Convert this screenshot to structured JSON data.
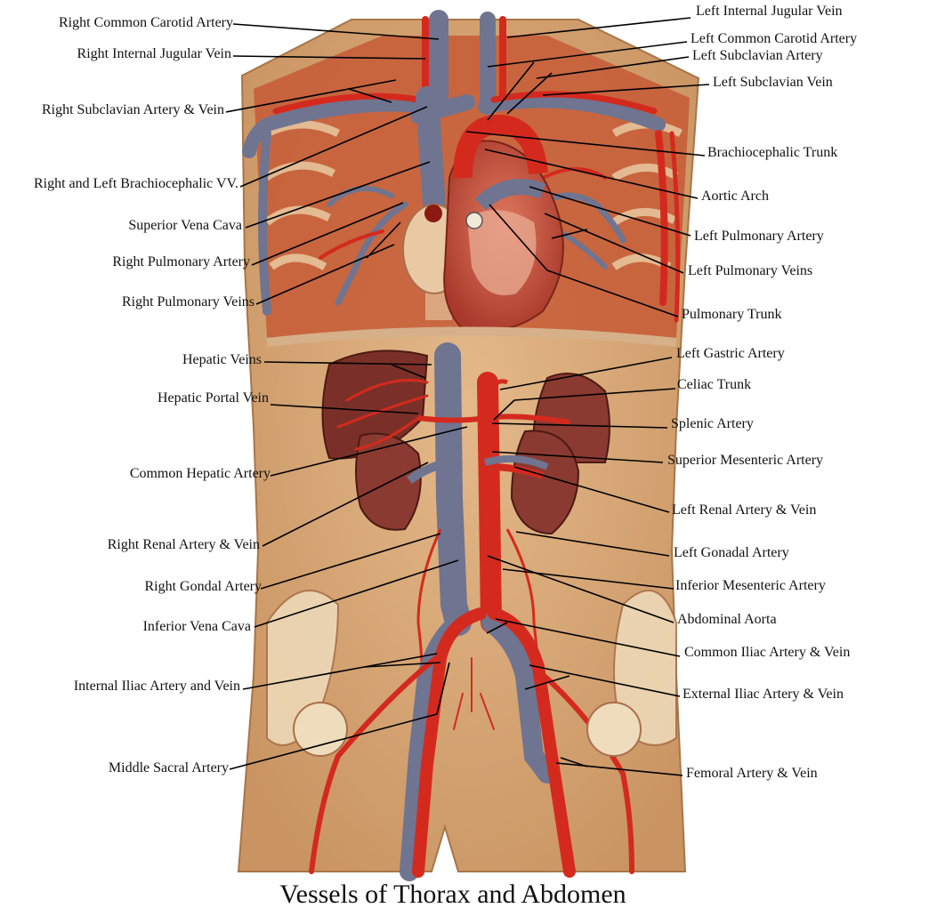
{
  "title": "Vessels of Thorax and Abdomen",
  "labels": {
    "right_common_carotid_artery": "Right Common Carotid Artery",
    "right_internal_jugular_vein": "Right Internal Jugular Vein",
    "right_subclavian_artery_vein": "Right Subclavian Artery & Vein",
    "right_left_brachiocephalic_vv": "Right and Left Brachiocephalic VV.",
    "superior_vena_cava": "Superior Vena Cava",
    "right_pulmonary_artery": "Right Pulmonary Artery",
    "right_pulmonary_veins": "Right Pulmonary Veins",
    "hepatic_veins": "Hepatic Veins",
    "hepatic_portal_vein": "Hepatic Portal Vein",
    "common_hepatic_artery": "Common Hepatic Artery",
    "right_renal_artery_vein": "Right Renal Artery & Vein",
    "right_gondal_artery": "Right Gondal Artery",
    "inferior_vena_cava": "Inferior Vena Cava",
    "internal_iliac_artery_vein": "Internal Iliac Artery and Vein",
    "middle_sacral_artery": "Middle Sacral Artery",
    "left_internal_jugular_vein": "Left Internal Jugular Vein",
    "left_common_carotid_artery": "Left Common Carotid Artery",
    "left_subclavian_artery": "Left Subclavian Artery",
    "left_subclavian_vein": "Left Subclavian Vein",
    "brachiocephalic_trunk": "Brachiocephalic Trunk",
    "aortic_arch": "Aortic Arch",
    "left_pulmonary_artery": "Left Pulmonary Artery",
    "left_pulmonary_veins": "Left Pulmonary Veins",
    "pulmonary_trunk": "Pulmonary Trunk",
    "left_gastric_artery": "Left Gastric Artery",
    "celiac_trunk": "Celiac Trunk",
    "splenic_artery": "Splenic Artery",
    "superior_mesenteric_artery": "Superior Mesenteric Artery",
    "left_renal_artery_vein": "Left Renal Artery & Vein",
    "left_gonadal_artery": "Left Gonadal Artery",
    "inferior_mesenteric_artery": "Inferior Mesenteric Artery",
    "abdominal_aorta": "Abdominal Aorta",
    "common_iliac_artery_vein": "Common Iliac Artery & Vein",
    "external_iliac_artery_vein": "External Iliac Artery & Vein",
    "femoral_artery_vein": "Femoral Artery & Vein"
  },
  "colors": {
    "skin": "#d9a878",
    "skin_dark": "#c08a58",
    "muscle": "#c4532f",
    "artery": "#d42a1e",
    "vein": "#6f7491",
    "organ_liver": "#7a3028",
    "organ_kidney": "#8a3a30",
    "bone": "#efdcbc",
    "heart": "#c94a3a"
  }
}
